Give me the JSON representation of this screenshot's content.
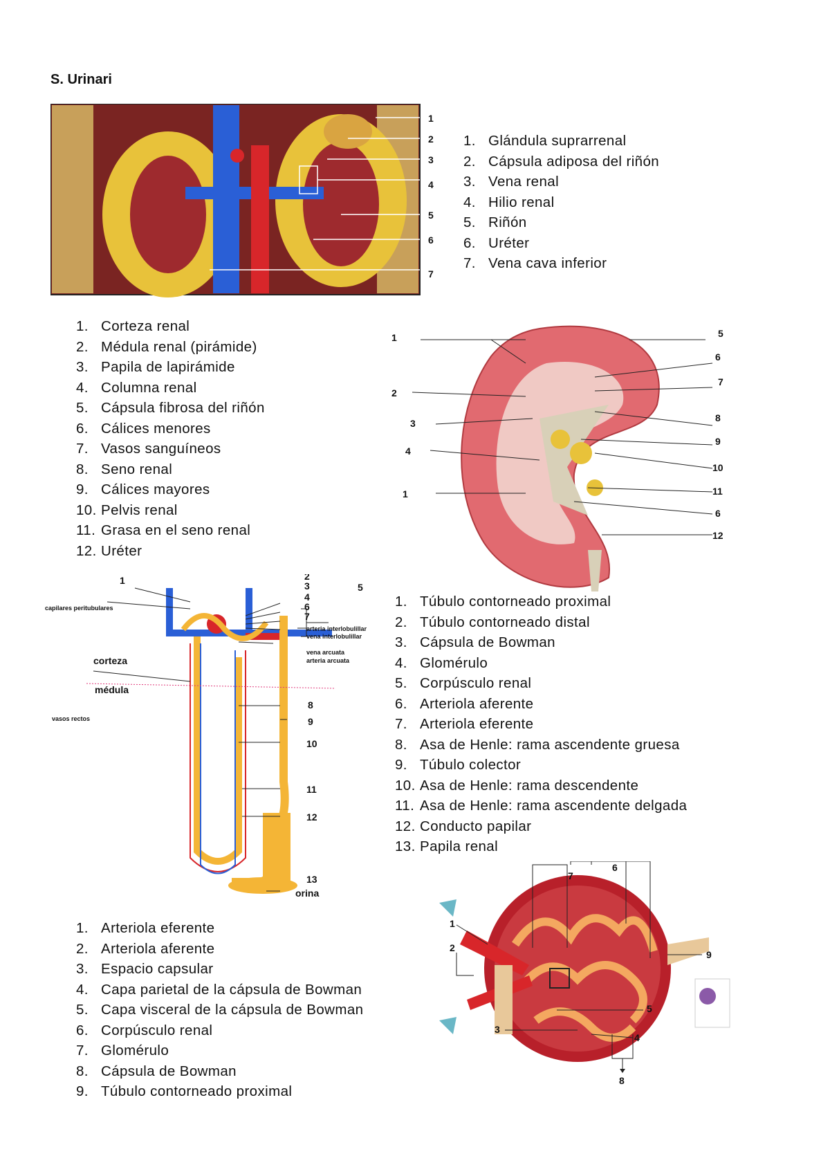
{
  "title": "S. Urinari",
  "list1": [
    {
      "n": "1.",
      "t": "Glándula suprarrenal"
    },
    {
      "n": "2.",
      "t": "Cápsula adiposa del riñón"
    },
    {
      "n": "3.",
      "t": "Vena renal"
    },
    {
      "n": "4.",
      "t": "Hilio renal"
    },
    {
      "n": "5.",
      "t": "Riñón"
    },
    {
      "n": "6.",
      "t": "Uréter"
    },
    {
      "n": "7.",
      "t": "Vena cava inferior"
    }
  ],
  "list2": [
    {
      "n": "1.",
      "t": "Corteza renal"
    },
    {
      "n": "2.",
      "t": "Médula renal (pirámide)"
    },
    {
      "n": "3.",
      "t": "Papila de lapirámide"
    },
    {
      "n": "4.",
      "t": "Columna renal"
    },
    {
      "n": "5.",
      "t": "Cápsula fibrosa del riñón"
    },
    {
      "n": "6.",
      "t": "Cálices menores"
    },
    {
      "n": "7.",
      "t": "Vasos sanguíneos"
    },
    {
      "n": "8.",
      "t": "Seno renal"
    },
    {
      "n": "9.",
      "t": "Cálices mayores"
    },
    {
      "n": "10.",
      "t": "Pelvis renal"
    },
    {
      "n": "11.",
      "t": "Grasa en el seno renal"
    },
    {
      "n": "12.",
      "t": "Uréter"
    }
  ],
  "list3": [
    {
      "n": "1.",
      "t": "Túbulo contorneado proximal"
    },
    {
      "n": "2.",
      "t": "Túbulo contorneado distal"
    },
    {
      "n": "3.",
      "t": "Cápsula de Bowman"
    },
    {
      "n": "4.",
      "t": "Glomérulo"
    },
    {
      "n": "5.",
      "t": "Corpúsculo renal"
    },
    {
      "n": "6.",
      "t": "Arteriola aferente"
    },
    {
      "n": "7.",
      "t": "Arteriola eferente"
    },
    {
      "n": "8.",
      "t": "Asa de Henle: rama ascendente gruesa"
    },
    {
      "n": "9.",
      "t": "Túbulo colector"
    },
    {
      "n": "10.",
      "t": "Asa de Henle: rama descendente"
    },
    {
      "n": "11.",
      "t": "Asa de Henle: rama ascendente delgada"
    },
    {
      "n": "12.",
      "t": "Conducto papilar"
    },
    {
      "n": "13.",
      "t": "Papila renal"
    }
  ],
  "list4": [
    {
      "n": "1.",
      "t": "Arteriola eferente"
    },
    {
      "n": "2.",
      "t": "Arteriola aferente"
    },
    {
      "n": "3.",
      "t": "Espacio capsular"
    },
    {
      "n": "4.",
      "t": "Capa parietal de la cápsula de Bowman"
    },
    {
      "n": "5.",
      "t": "Capa visceral de la cápsula de Bowman"
    },
    {
      "n": "6.",
      "t": "Corpúsculo renal"
    },
    {
      "n": "7.",
      "t": "Glomérulo"
    },
    {
      "n": "8.",
      "t": "Cápsula de Bowman"
    },
    {
      "n": "9.",
      "t": "Túbulo contorneado proximal"
    }
  ],
  "fig1_labels": [
    "1",
    "2",
    "3",
    "4",
    "5",
    "6",
    "7"
  ],
  "fig2_labels": [
    "1",
    "2",
    "3",
    "4",
    "1",
    "5",
    "6",
    "7",
    "8",
    "9",
    "10",
    "11",
    "6",
    "12"
  ],
  "fig3": {
    "labels": [
      "1",
      "2",
      "3",
      "4",
      "5",
      "6",
      "7",
      "8",
      "9",
      "10",
      "11",
      "12",
      "13"
    ],
    "capilares": "capilares peritubulares",
    "arteria_interlob": "arteria interlobulillar",
    "vena_interlob": "vena interlobulillar",
    "vena_arcuata": "vena arcuata",
    "arteria_arcuata": "arteria arcuata",
    "corteza": "corteza",
    "medula": "médula",
    "vasos_rectos": "vasos rectos",
    "orina": "orina"
  },
  "fig4_labels": [
    "7",
    "6",
    "1",
    "2",
    "9",
    "5",
    "3",
    "4",
    "8"
  ],
  "colors": {
    "vein": "#2a5fd6",
    "artery": "#d8262a",
    "tubule": "#f4b536",
    "kidney": "#b8383a",
    "fat": "#e8c23a"
  }
}
